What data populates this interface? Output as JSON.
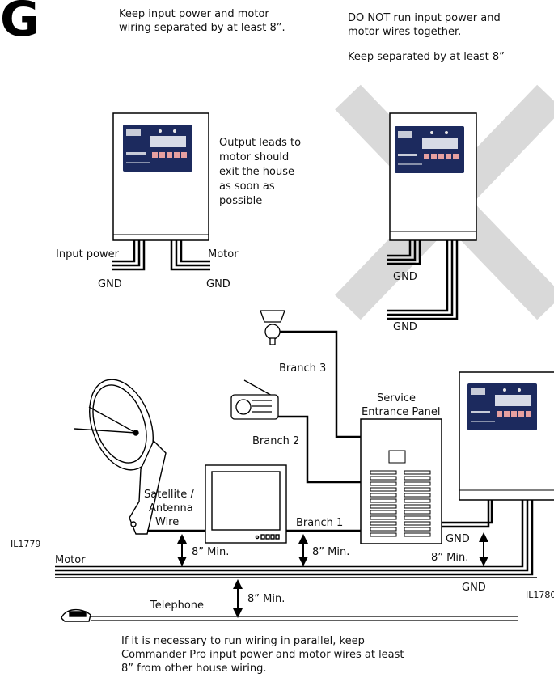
{
  "corner_glyph": "G",
  "top_left_note": [
    "Keep input power and motor",
    "wiring separated by at least 8”."
  ],
  "top_right_note": [
    "DO NOT run input power and",
    "motor wires together."
  ],
  "top_right_note2": "Keep separated by at least 8”",
  "controller_panel_title": "COMMANDER PRO",
  "output_note": [
    "Output leads to",
    "motor should",
    "exit the house",
    "as soon as",
    "possible"
  ],
  "left_labels": {
    "input_power": "Input power",
    "motor": "Motor",
    "gnd_left": "GND",
    "gnd_right": "GND"
  },
  "right_top_labels": {
    "gnd_1": "GND",
    "gnd_2": "GND"
  },
  "branches": {
    "b3": "Branch 3",
    "b2": "Branch 2",
    "b1": "Branch 1"
  },
  "service_panel": [
    "Service",
    "Entrance Panel"
  ],
  "satellite": [
    "Satellite /",
    "Antenna",
    "Wire"
  ],
  "min_labels": {
    "m1": "8” Min.",
    "m2": "8” Min.",
    "m3": "8” Min.",
    "m4": "8” Min."
  },
  "bottom_gnd": {
    "g1": "GND",
    "g2": "GND"
  },
  "motor_label": "Motor",
  "telephone_label": "Telephone",
  "figure_ids": {
    "left": "IL1779",
    "right": "IL1780"
  },
  "bottom_note": [
    "If it is necessary to run wiring in parallel, keep",
    "Commander Pro input power and motor wires at least",
    "8” from other house wiring."
  ],
  "colors": {
    "panel": "#1c2a5e",
    "cross": "#d9d9d9",
    "line": "#000000"
  }
}
